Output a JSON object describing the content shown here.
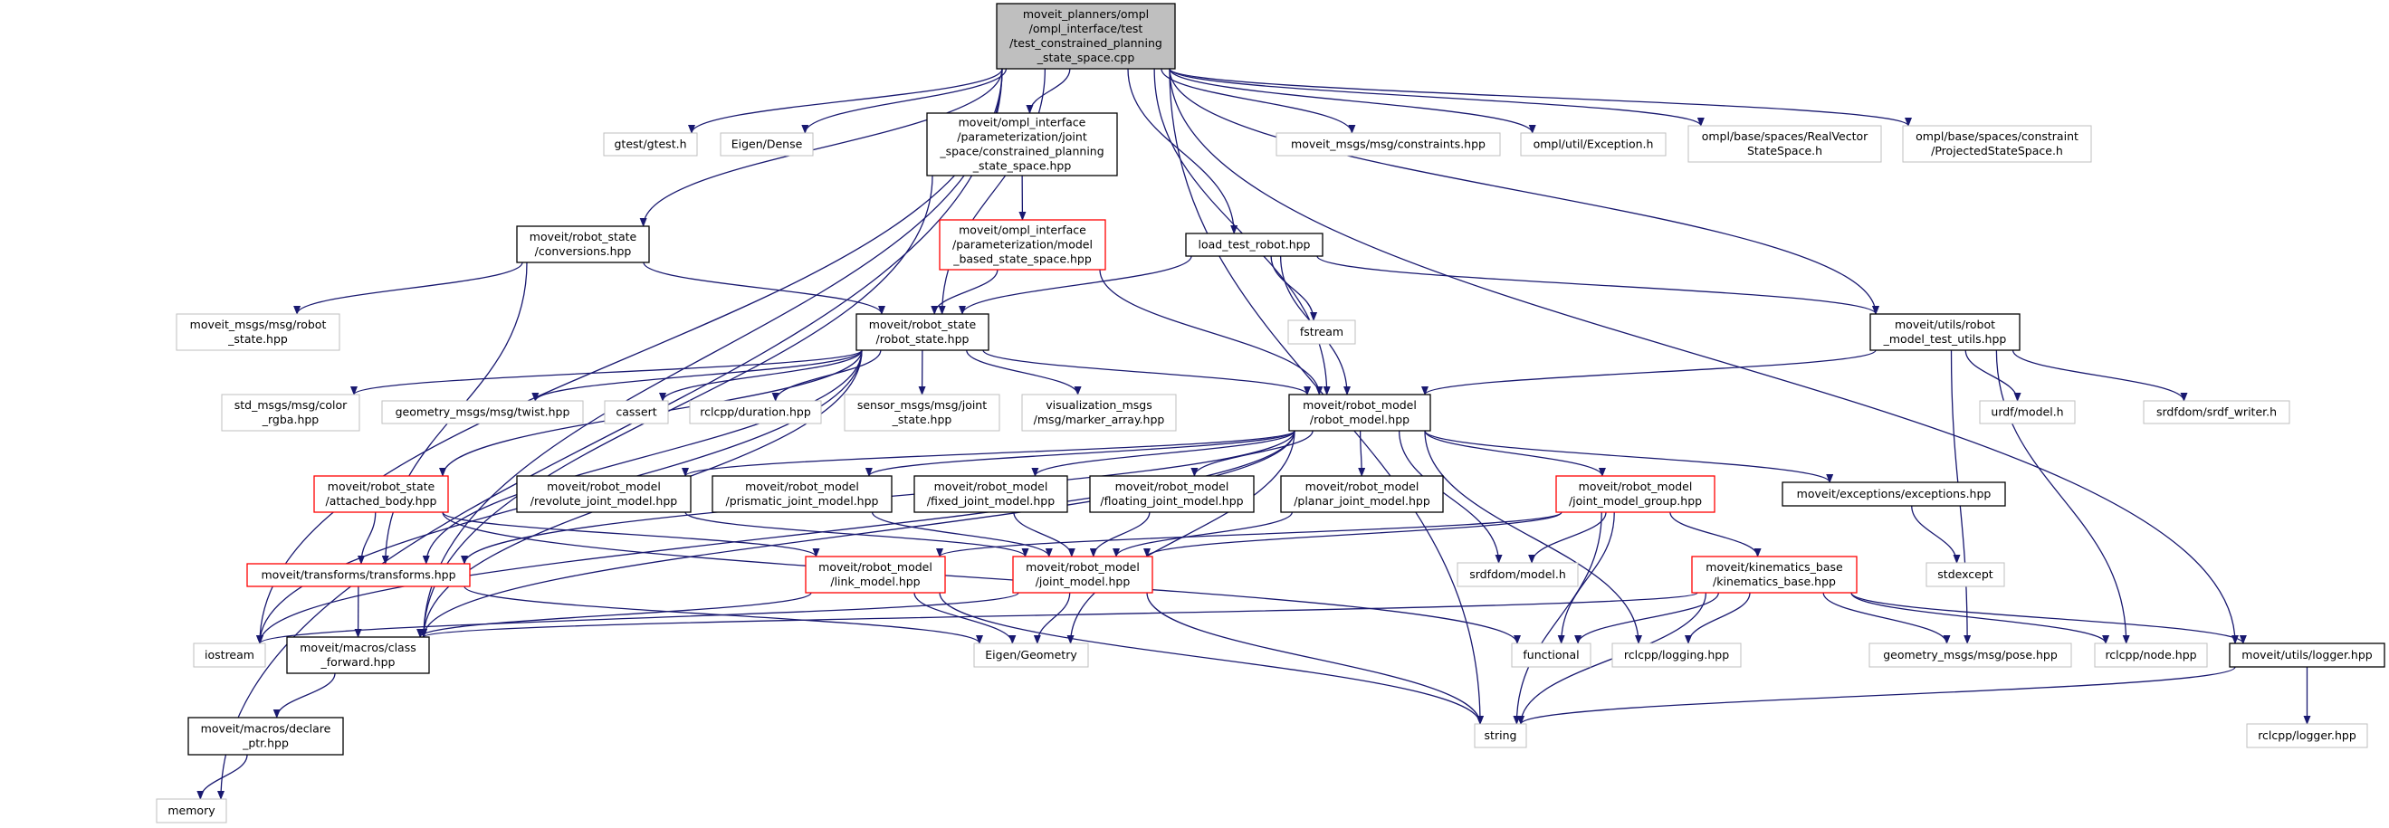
{
  "colors": {
    "edge": "#191970",
    "root_fill": "#bfbfbf",
    "documented_border": "#000000",
    "truncated_border": "#ff0000",
    "external_border": "#bfbfbf"
  },
  "nodes": [
    {
      "id": "root",
      "style": "root",
      "lines": [
        "moveit_planners/ompl",
        "/ompl_interface/test",
        "/test_constrained_planning",
        "_state_space.cpp"
      ]
    },
    {
      "id": "gtest",
      "style": "gray",
      "lines": [
        "gtest/gtest.h"
      ]
    },
    {
      "id": "eigen_dense",
      "style": "gray",
      "lines": [
        "Eigen/Dense"
      ]
    },
    {
      "id": "cpss",
      "style": "black",
      "lines": [
        "moveit/ompl_interface",
        "/parameterization/joint",
        "_space/constrained_planning",
        "_state_space.hpp"
      ]
    },
    {
      "id": "constraints",
      "style": "gray",
      "lines": [
        "moveit_msgs/msg/constraints.hpp"
      ]
    },
    {
      "id": "exception",
      "style": "gray",
      "lines": [
        "ompl/util/Exception.h"
      ]
    },
    {
      "id": "realvector",
      "style": "gray",
      "lines": [
        "ompl/base/spaces/RealVector",
        "StateSpace.h"
      ]
    },
    {
      "id": "projected",
      "style": "gray",
      "lines": [
        "ompl/base/spaces/constraint",
        "/ProjectedStateSpace.h"
      ]
    },
    {
      "id": "mbss",
      "style": "red",
      "lines": [
        "moveit/ompl_interface",
        "/parameterization/model",
        "_based_state_space.hpp"
      ]
    },
    {
      "id": "conversions",
      "style": "black",
      "lines": [
        "moveit/robot_state",
        "/conversions.hpp"
      ]
    },
    {
      "id": "load_test_robot",
      "style": "black",
      "lines": [
        "load_test_robot.hpp"
      ]
    },
    {
      "id": "rs_msg",
      "style": "gray",
      "lines": [
        "moveit_msgs/msg/robot",
        "_state.hpp"
      ]
    },
    {
      "id": "robot_state",
      "style": "black",
      "lines": [
        "moveit/robot_state",
        "/robot_state.hpp"
      ]
    },
    {
      "id": "fstream",
      "style": "gray",
      "lines": [
        "fstream"
      ]
    },
    {
      "id": "test_utils",
      "style": "black",
      "lines": [
        "moveit/utils/robot",
        "_model_test_utils.hpp"
      ]
    },
    {
      "id": "color_rgba",
      "style": "gray",
      "lines": [
        "std_msgs/msg/color",
        "_rgba.hpp"
      ]
    },
    {
      "id": "twist",
      "style": "gray",
      "lines": [
        "geometry_msgs/msg/twist.hpp"
      ]
    },
    {
      "id": "cassert",
      "style": "gray",
      "lines": [
        "cassert"
      ]
    },
    {
      "id": "duration",
      "style": "gray",
      "lines": [
        "rclcpp/duration.hpp"
      ]
    },
    {
      "id": "joint_state",
      "style": "gray",
      "lines": [
        "sensor_msgs/msg/joint",
        "_state.hpp"
      ]
    },
    {
      "id": "marker_array",
      "style": "gray",
      "lines": [
        "visualization_msgs",
        "/msg/marker_array.hpp"
      ]
    },
    {
      "id": "robot_model",
      "style": "black",
      "lines": [
        "moveit/robot_model",
        "/robot_model.hpp"
      ]
    },
    {
      "id": "urdf_model",
      "style": "gray",
      "lines": [
        "urdf/model.h"
      ]
    },
    {
      "id": "srdf_writer",
      "style": "gray",
      "lines": [
        "srdfdom/srdf_writer.h"
      ]
    },
    {
      "id": "attached_body",
      "style": "red",
      "lines": [
        "moveit/robot_state",
        "/attached_body.hpp"
      ]
    },
    {
      "id": "revolute",
      "style": "black",
      "lines": [
        "moveit/robot_model",
        "/revolute_joint_model.hpp"
      ]
    },
    {
      "id": "prismatic",
      "style": "black",
      "lines": [
        "moveit/robot_model",
        "/prismatic_joint_model.hpp"
      ]
    },
    {
      "id": "fixed",
      "style": "black",
      "lines": [
        "moveit/robot_model",
        "/fixed_joint_model.hpp"
      ]
    },
    {
      "id": "floating",
      "style": "black",
      "lines": [
        "moveit/robot_model",
        "/floating_joint_model.hpp"
      ]
    },
    {
      "id": "planar",
      "style": "black",
      "lines": [
        "moveit/robot_model",
        "/planar_joint_model.hpp"
      ]
    },
    {
      "id": "jmg",
      "style": "red",
      "lines": [
        "moveit/robot_model",
        "/joint_model_group.hpp"
      ]
    },
    {
      "id": "exceptions",
      "style": "black",
      "lines": [
        "moveit/exceptions/exceptions.hpp"
      ]
    },
    {
      "id": "transforms",
      "style": "red",
      "lines": [
        "moveit/transforms/transforms.hpp"
      ]
    },
    {
      "id": "link_model",
      "style": "red",
      "lines": [
        "moveit/robot_model",
        "/link_model.hpp"
      ]
    },
    {
      "id": "joint_model",
      "style": "red",
      "lines": [
        "moveit/robot_model",
        "/joint_model.hpp"
      ]
    },
    {
      "id": "srdf_model",
      "style": "gray",
      "lines": [
        "srdfdom/model.h"
      ]
    },
    {
      "id": "kinematics_base",
      "style": "red",
      "lines": [
        "moveit/kinematics_base",
        "/kinematics_base.hpp"
      ]
    },
    {
      "id": "stdexcept",
      "style": "gray",
      "lines": [
        "stdexcept"
      ]
    },
    {
      "id": "iostream",
      "style": "gray",
      "lines": [
        "iostream"
      ]
    },
    {
      "id": "class_forward",
      "style": "black",
      "lines": [
        "moveit/macros/class",
        "_forward.hpp"
      ]
    },
    {
      "id": "eigen_geometry",
      "style": "gray",
      "lines": [
        "Eigen/Geometry"
      ]
    },
    {
      "id": "functional",
      "style": "gray",
      "lines": [
        "functional"
      ]
    },
    {
      "id": "logging",
      "style": "gray",
      "lines": [
        "rclcpp/logging.hpp"
      ]
    },
    {
      "id": "pose",
      "style": "gray",
      "lines": [
        "geometry_msgs/msg/pose.hpp"
      ]
    },
    {
      "id": "node",
      "style": "gray",
      "lines": [
        "rclcpp/node.hpp"
      ]
    },
    {
      "id": "logger",
      "style": "black",
      "lines": [
        "moveit/utils/logger.hpp"
      ]
    },
    {
      "id": "declare_ptr",
      "style": "black",
      "lines": [
        "moveit/macros/declare",
        "_ptr.hpp"
      ]
    },
    {
      "id": "string",
      "style": "gray",
      "lines": [
        "string"
      ]
    },
    {
      "id": "rclcpp_logger",
      "style": "gray",
      "lines": [
        "rclcpp/logger.hpp"
      ]
    },
    {
      "id": "memory",
      "style": "gray",
      "lines": [
        "memory"
      ]
    }
  ],
  "edges": [
    [
      "root",
      "gtest"
    ],
    [
      "root",
      "eigen_dense"
    ],
    [
      "root",
      "cpss"
    ],
    [
      "root",
      "conversions"
    ],
    [
      "root",
      "robot_state"
    ],
    [
      "root",
      "robot_model"
    ],
    [
      "root",
      "load_test_robot"
    ],
    [
      "root",
      "constraints"
    ],
    [
      "root",
      "exception"
    ],
    [
      "root",
      "realvector"
    ],
    [
      "root",
      "projected"
    ],
    [
      "root",
      "test_utils"
    ],
    [
      "root",
      "logger"
    ],
    [
      "root",
      "iostream"
    ],
    [
      "root",
      "class_forward"
    ],
    [
      "root",
      "string"
    ],
    [
      "root",
      "memory"
    ],
    [
      "cpss",
      "mbss"
    ],
    [
      "cpss",
      "class_forward"
    ],
    [
      "mbss",
      "robot_state"
    ],
    [
      "mbss",
      "robot_model"
    ],
    [
      "conversions",
      "rs_msg"
    ],
    [
      "conversions",
      "robot_state"
    ],
    [
      "conversions",
      "transforms"
    ],
    [
      "load_test_robot",
      "robot_state"
    ],
    [
      "load_test_robot",
      "robot_model"
    ],
    [
      "load_test_robot",
      "fstream"
    ],
    [
      "load_test_robot",
      "test_utils"
    ],
    [
      "test_utils",
      "robot_model"
    ],
    [
      "test_utils",
      "urdf_model"
    ],
    [
      "test_utils",
      "srdf_writer"
    ],
    [
      "test_utils",
      "pose"
    ],
    [
      "test_utils",
      "node"
    ],
    [
      "robot_state",
      "color_rgba"
    ],
    [
      "robot_state",
      "twist"
    ],
    [
      "robot_state",
      "cassert"
    ],
    [
      "robot_state",
      "duration"
    ],
    [
      "robot_state",
      "joint_state"
    ],
    [
      "robot_state",
      "marker_array"
    ],
    [
      "robot_state",
      "robot_model"
    ],
    [
      "robot_state",
      "attached_body"
    ],
    [
      "robot_state",
      "transforms"
    ],
    [
      "robot_state",
      "iostream"
    ],
    [
      "robot_state",
      "class_forward"
    ],
    [
      "robot_model",
      "revolute"
    ],
    [
      "robot_model",
      "prismatic"
    ],
    [
      "robot_model",
      "fixed"
    ],
    [
      "robot_model",
      "floating"
    ],
    [
      "robot_model",
      "planar"
    ],
    [
      "robot_model",
      "jmg"
    ],
    [
      "robot_model",
      "exceptions"
    ],
    [
      "robot_model",
      "srdf_model"
    ],
    [
      "robot_model",
      "eigen_geometry"
    ],
    [
      "robot_model",
      "logging"
    ],
    [
      "robot_model",
      "iostream"
    ],
    [
      "robot_model",
      "class_forward"
    ],
    [
      "robot_model",
      "transforms"
    ],
    [
      "attached_body",
      "transforms"
    ],
    [
      "attached_body",
      "link_model"
    ],
    [
      "attached_body",
      "functional"
    ],
    [
      "revolute",
      "joint_model"
    ],
    [
      "prismatic",
      "joint_model"
    ],
    [
      "fixed",
      "joint_model"
    ],
    [
      "floating",
      "joint_model"
    ],
    [
      "planar",
      "joint_model"
    ],
    [
      "jmg",
      "link_model"
    ],
    [
      "jmg",
      "joint_model"
    ],
    [
      "jmg",
      "srdf_model"
    ],
    [
      "jmg",
      "functional"
    ],
    [
      "jmg",
      "kinematics_base"
    ],
    [
      "jmg",
      "string"
    ],
    [
      "transforms",
      "class_forward"
    ],
    [
      "transforms",
      "eigen_geometry"
    ],
    [
      "link_model",
      "class_forward"
    ],
    [
      "link_model",
      "eigen_geometry"
    ],
    [
      "link_model",
      "string"
    ],
    [
      "joint_model",
      "iostream"
    ],
    [
      "joint_model",
      "eigen_geometry"
    ],
    [
      "joint_model",
      "string"
    ],
    [
      "kinematics_base",
      "class_forward"
    ],
    [
      "kinematics_base",
      "functional"
    ],
    [
      "kinematics_base",
      "logging"
    ],
    [
      "kinematics_base",
      "string"
    ],
    [
      "kinematics_base",
      "pose"
    ],
    [
      "kinematics_base",
      "node"
    ],
    [
      "kinematics_base",
      "logger"
    ],
    [
      "exceptions",
      "stdexcept"
    ],
    [
      "logger",
      "string"
    ],
    [
      "logger",
      "rclcpp_logger"
    ],
    [
      "class_forward",
      "declare_ptr"
    ],
    [
      "declare_ptr",
      "memory"
    ]
  ]
}
